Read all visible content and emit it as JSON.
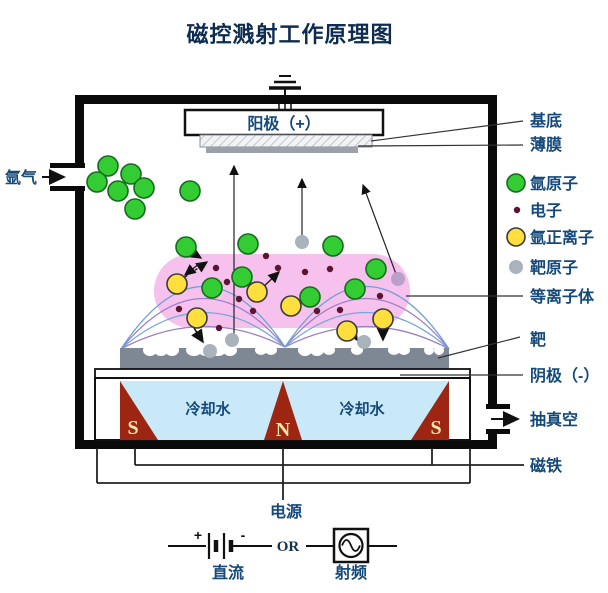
{
  "title": "磁控溅射工作原理图",
  "colors": {
    "title_text": "#0d2c50",
    "label_text": "#15497a",
    "argon_atom": "#33cc33",
    "argon_atom_border": "#156b1f",
    "electron": "#5c1433",
    "argon_ion": "#ffdf3d",
    "target_atom": "#aab2bc",
    "sputtered_atom_purple": "#b9a0cb",
    "plasma": "#f6c1ec",
    "cooling_water": "#c9e9f8",
    "magnet": "#9c2612",
    "magnet_letter": "#f2e9a8",
    "target_bar": "#7d8894",
    "field_line_blue": "#6f9fd8",
    "field_line_purple": "#9b7fc7",
    "chamber_wall": "#0a0a0a"
  },
  "chamber": {
    "anode_label": "阳极（+）",
    "gas_inlet_label": "氩气",
    "cooling_water_label_left": "冷却水",
    "cooling_water_label_right": "冷却水",
    "magnet_letters": [
      "S",
      "N",
      "S"
    ]
  },
  "legend": {
    "items": [
      {
        "label": "基底",
        "icon": "none"
      },
      {
        "label": "薄膜",
        "icon": "none"
      },
      {
        "label": "氩原子",
        "icon": "green-circle"
      },
      {
        "label": "电子",
        "icon": "dark-red-dot"
      },
      {
        "label": "氩正离子",
        "icon": "yellow-circle"
      },
      {
        "label": "靶原子",
        "icon": "gray-circle"
      },
      {
        "label": "等离子体",
        "icon": "none"
      },
      {
        "label": "靶",
        "icon": "none"
      },
      {
        "label": "阴极（-）",
        "icon": "none"
      },
      {
        "label": "抽真空",
        "icon": "right-arrow"
      },
      {
        "label": "磁铁",
        "icon": "none"
      }
    ]
  },
  "power": {
    "label": "电源",
    "dc_label": "直流",
    "or_label": "OR",
    "rf_label": "射频",
    "dc_plus": "+",
    "dc_minus": "-"
  }
}
